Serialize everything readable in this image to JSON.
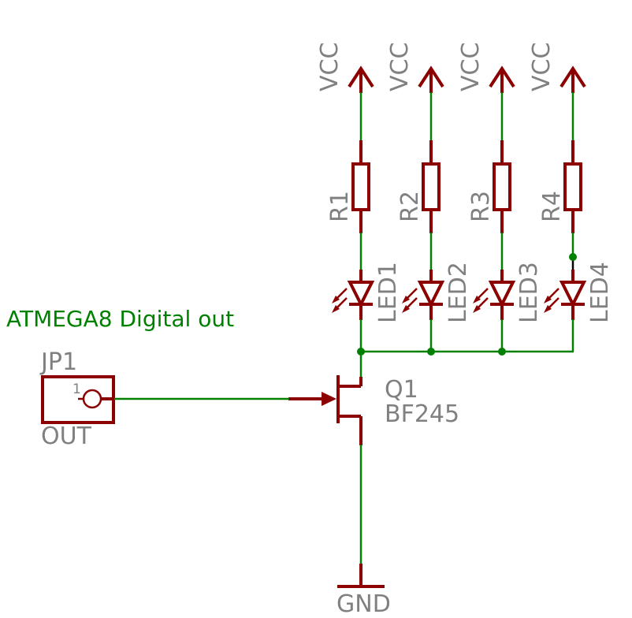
{
  "schematic": {
    "note": "ATMEGA8 Digital out",
    "connector": {
      "name": "JP1",
      "value": "OUT",
      "pin": "1"
    },
    "transistor": {
      "name": "Q1",
      "value": "BF245"
    },
    "ground": {
      "label": "GND"
    },
    "supplies": [
      {
        "label": "VCC"
      },
      {
        "label": "VCC"
      },
      {
        "label": "VCC"
      },
      {
        "label": "VCC"
      }
    ],
    "resistors": [
      {
        "name": "R1"
      },
      {
        "name": "R2"
      },
      {
        "name": "R3"
      },
      {
        "name": "R4"
      }
    ],
    "leds": [
      {
        "name": "LED1"
      },
      {
        "name": "LED2"
      },
      {
        "name": "LED3"
      },
      {
        "name": "LED4"
      }
    ],
    "colors": {
      "symbol": "#8b0000",
      "wire": "#008000",
      "text": "#808080",
      "note": "#008000"
    }
  }
}
